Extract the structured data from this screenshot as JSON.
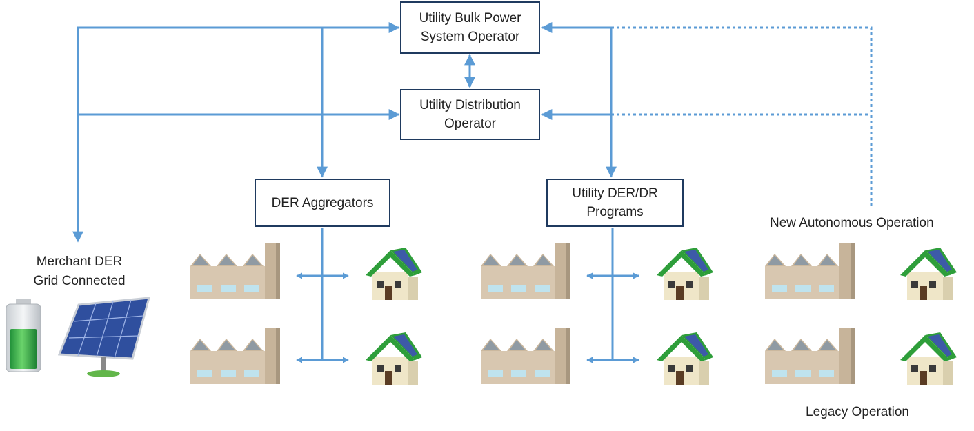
{
  "colors": {
    "connector": "#5b9bd5",
    "box_border": "#1f3a5f",
    "factory_wall": "#d8c7b0",
    "factory_shadow": "#b7a68f",
    "solar_panel": "#3d5aa8",
    "roof_green": "#2e9e3a",
    "battery_green": "#2bb34a"
  },
  "nodes": {
    "bulk_power": "Utility Bulk Power\nSystem Operator",
    "distribution": "Utility Distribution\nOperator",
    "der_aggregators": "DER Aggregators",
    "der_dr_programs": "Utility DER/DR\nPrograms"
  },
  "labels": {
    "merchant_der": "Merchant DER\nGrid Connected",
    "new_autonomous": "New Autonomous  Operation",
    "legacy": "Legacy Operation"
  },
  "icons": {
    "factory": "factory-icon",
    "house": "solar-house-icon",
    "battery": "battery-icon",
    "solar_panel": "solar-panel-icon"
  }
}
